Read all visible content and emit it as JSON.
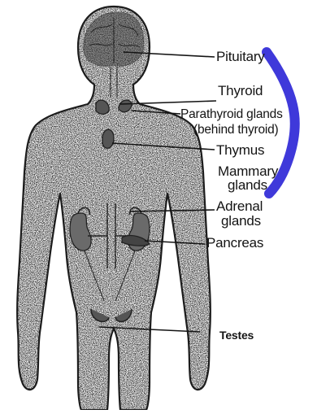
{
  "labels": {
    "pituitary": "Pituitary",
    "thyroid": "Thyroid",
    "parathyroid_line1": "Parathyroid glands",
    "parathyroid_line2": "(behind thyroid)",
    "thymus": "Thymus",
    "mammary_line1": "Mammary",
    "mammary_line2": "glands",
    "adrenal_line1": "Adrenal",
    "adrenal_line2": "glands",
    "pancreas": "Pancreas",
    "testes": "Testes"
  },
  "colors": {
    "ink": "#141414",
    "watermark": "#2a24d6"
  }
}
